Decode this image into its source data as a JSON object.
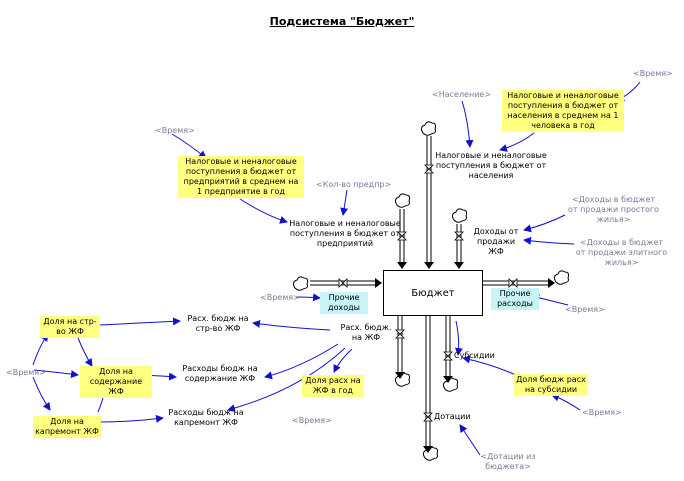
{
  "title": "Подсистема \"Бюджет\"",
  "stock": "Бюджет",
  "nodes": {
    "time1": "<Время>",
    "time2": "<Время>",
    "time3": "<Время>",
    "time4": "<Время>",
    "time5": "<Время>",
    "time6": "<Время>",
    "time7": "<Время>",
    "population": "<Население>",
    "num_enterprises": "<Кол-во предпр>",
    "pop_tax_avg": "Налоговые и неналоговые поступления в бюджет от населения в среднем на 1 человека в год",
    "ent_tax_avg": "Налоговые и неналоговые поступления в бюджет от предприятий в среднем на 1 предприятие в год",
    "pop_tax_flow": "Налоговые и неналоговые поступления в бюджет от населения",
    "ent_tax_flow": "Налоговые и неналоговые поступления в бюджет от предприятий",
    "housing_income": "Доходы от продажи ЖФ",
    "simple_housing": "<Доходы в бюджет от продажи простого жилья>",
    "elite_housing": "<Доходы в бюджет от продажи элитного жилья>",
    "other_income": "Прочие доходы",
    "other_expense": "Прочие расходы",
    "housing_expense": "Расх. бюдж. на ЖФ",
    "construction_exp": "Расх. бюдж на стр-во ЖФ",
    "maintenance_exp": "Расходы бюдж на содержание ЖФ",
    "repair_exp": "Расходы бюдж на капремонт ЖФ",
    "share_construction": "Доля на стр-во ЖФ",
    "share_maintenance": "Доля на содержание ЖФ",
    "share_repair": "Доля на капремонт ЖФ",
    "share_housing_exp": "Доля расх на ЖФ в год",
    "subsidies": "Субсидии",
    "share_subsidies": "Доля бюдж расх на субсидии",
    "subsidies_from": "Дотации",
    "subsidies_from_budget": "<Дотации из бюджета>"
  }
}
